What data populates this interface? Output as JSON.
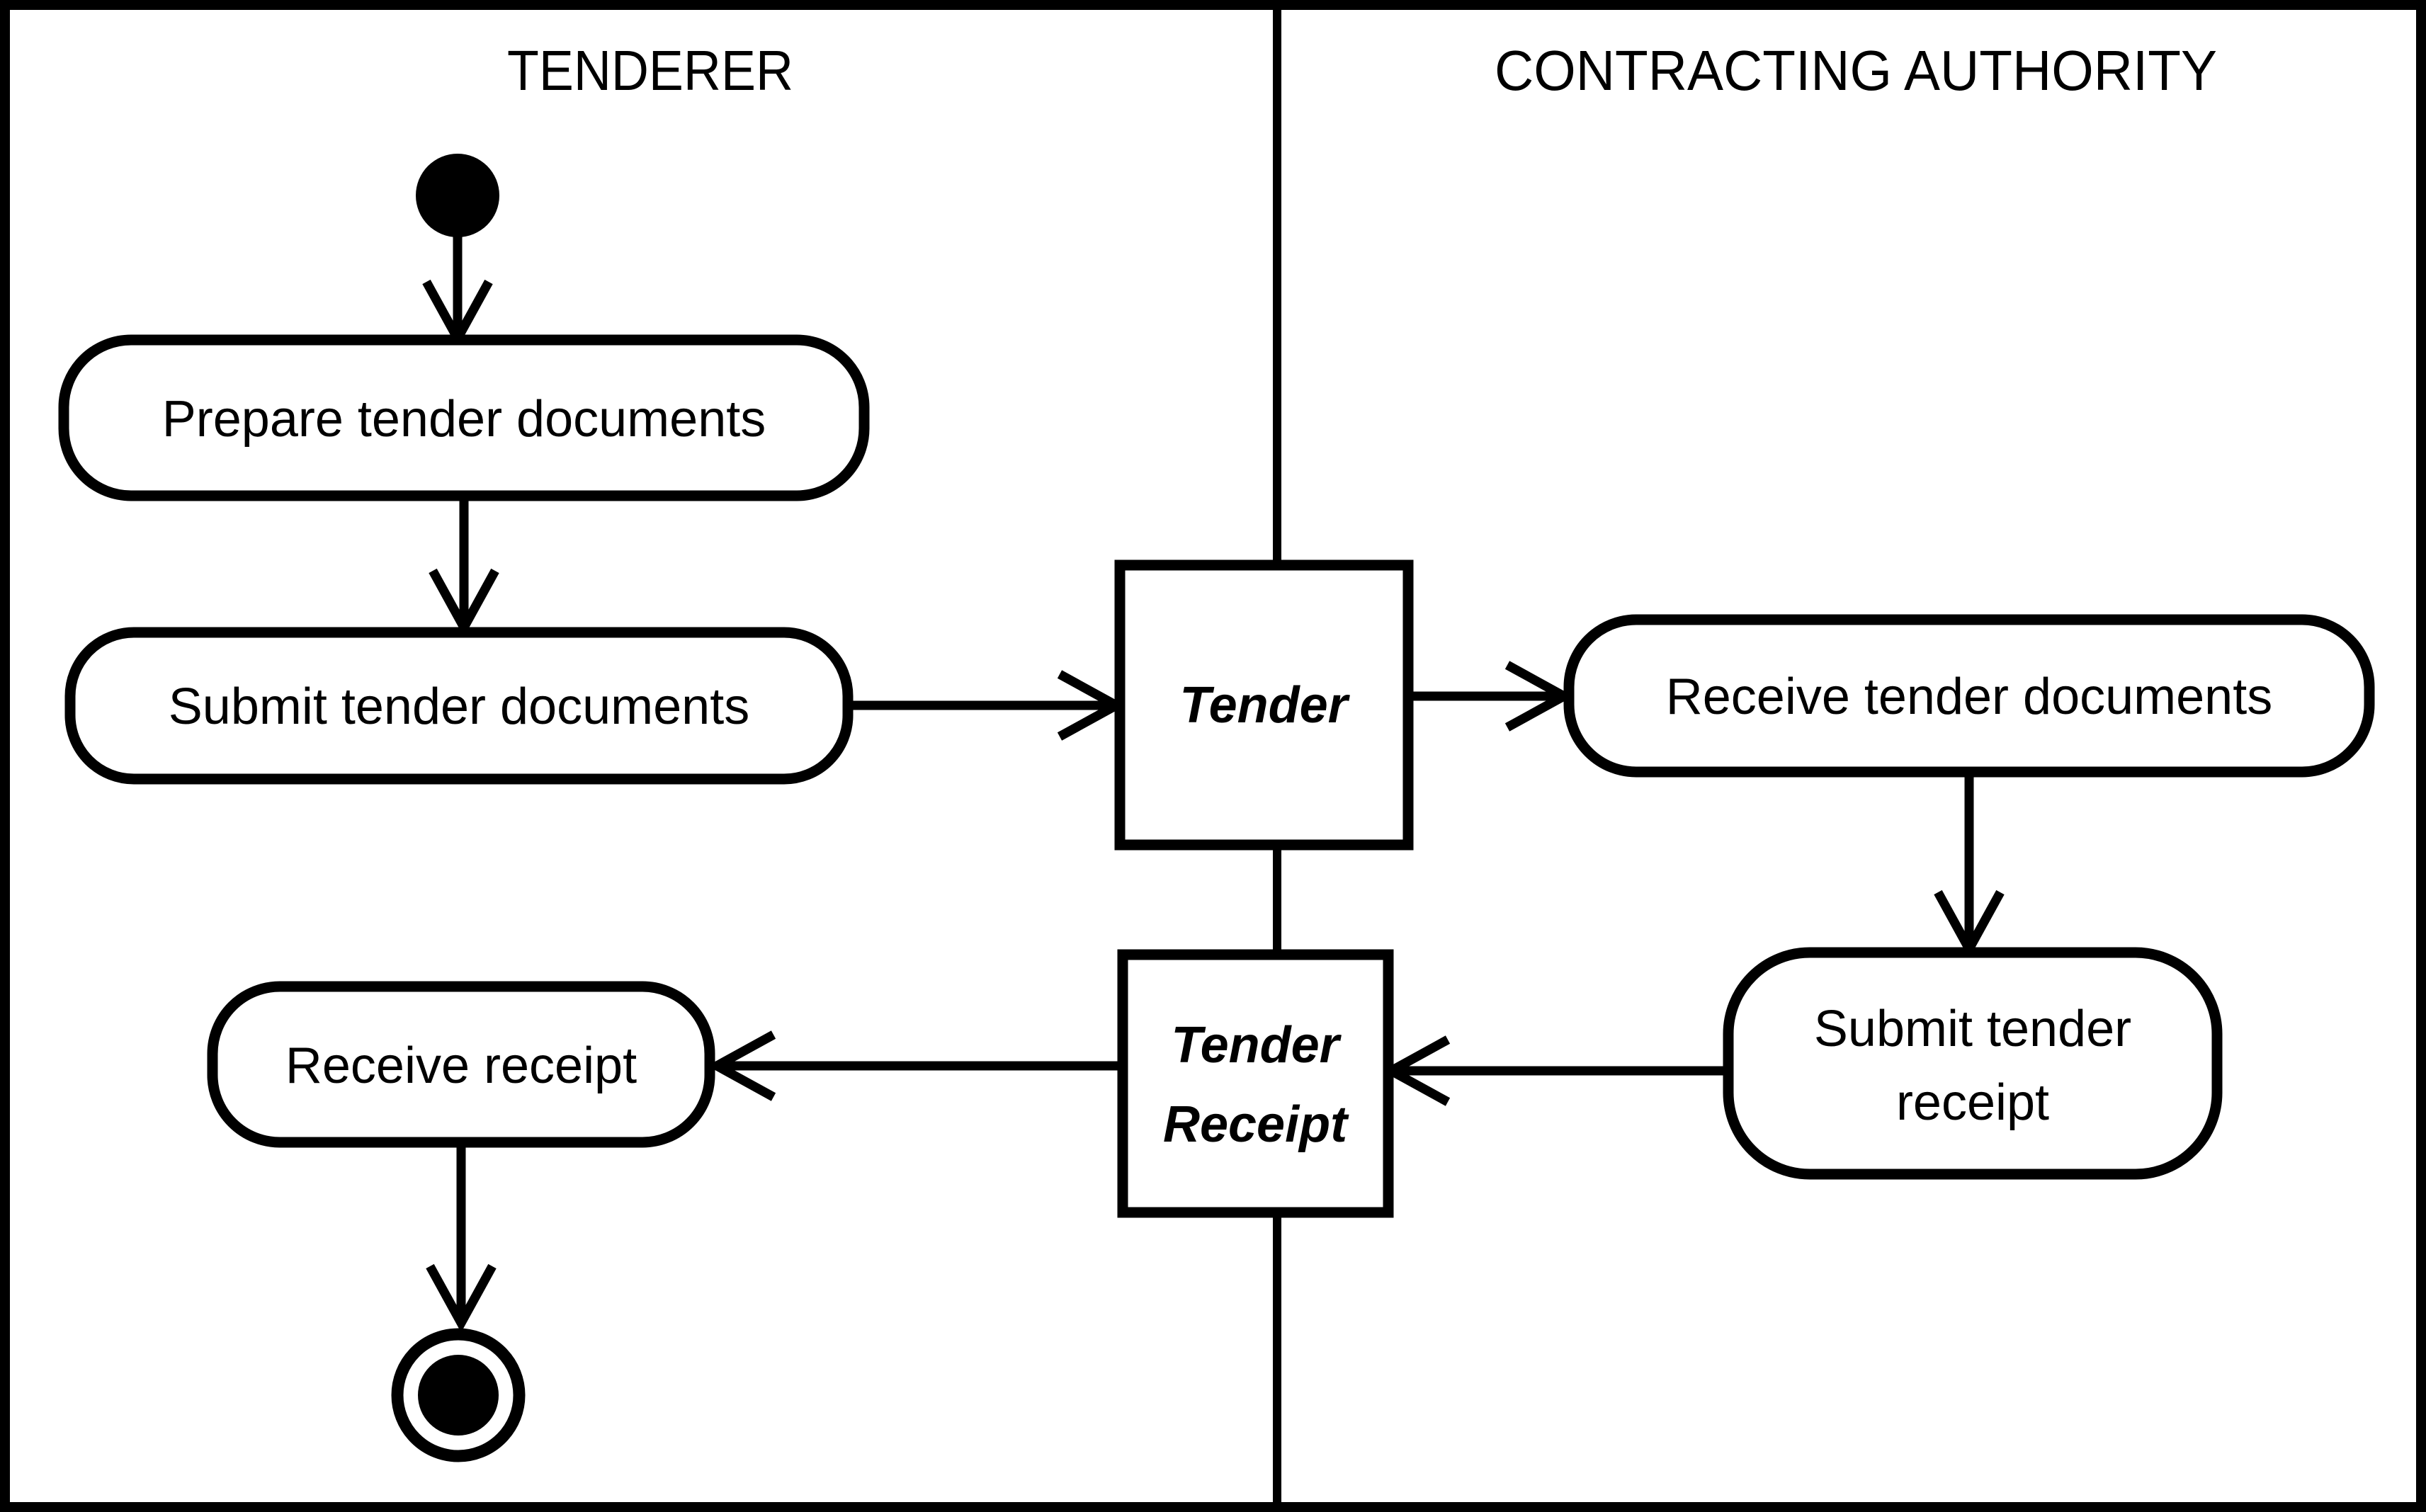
{
  "diagram": {
    "kind": "uml-activity-swimlane-diagram",
    "colors": {
      "ink": "#000000",
      "background": "#ffffff"
    }
  },
  "lanes": [
    {
      "id": "tenderer",
      "title": "TENDERER"
    },
    {
      "id": "contracting_authority",
      "title": "CONTRACTING AUTHORITY"
    }
  ],
  "nodes": {
    "start": {
      "type": "initial-node",
      "lane": "tenderer"
    },
    "prepare_docs": {
      "type": "activity",
      "lane": "tenderer",
      "label": "Prepare tender documents"
    },
    "submit_docs": {
      "type": "activity",
      "lane": "tenderer",
      "label": "Submit tender documents"
    },
    "tender_object": {
      "type": "object",
      "lane": "boundary",
      "label": "Tender"
    },
    "receive_docs": {
      "type": "activity",
      "lane": "contracting_authority",
      "label": "Receive tender documents"
    },
    "submit_receipt": {
      "type": "activity",
      "lane": "contracting_authority",
      "label_line1": "Submit tender",
      "label_line2": "receipt"
    },
    "tender_receipt_object": {
      "type": "object",
      "lane": "boundary",
      "label_line1": "Tender",
      "label_line2": "Receipt"
    },
    "receive_receipt": {
      "type": "activity",
      "lane": "tenderer",
      "label": "Receive receipt"
    },
    "end": {
      "type": "final-node",
      "lane": "tenderer"
    }
  },
  "flows": [
    {
      "from": "start",
      "to": "prepare_docs"
    },
    {
      "from": "prepare_docs",
      "to": "submit_docs"
    },
    {
      "from": "submit_docs",
      "to": "tender_object"
    },
    {
      "from": "tender_object",
      "to": "receive_docs"
    },
    {
      "from": "receive_docs",
      "to": "submit_receipt"
    },
    {
      "from": "submit_receipt",
      "to": "tender_receipt_object"
    },
    {
      "from": "tender_receipt_object",
      "to": "receive_receipt"
    },
    {
      "from": "receive_receipt",
      "to": "end"
    }
  ]
}
